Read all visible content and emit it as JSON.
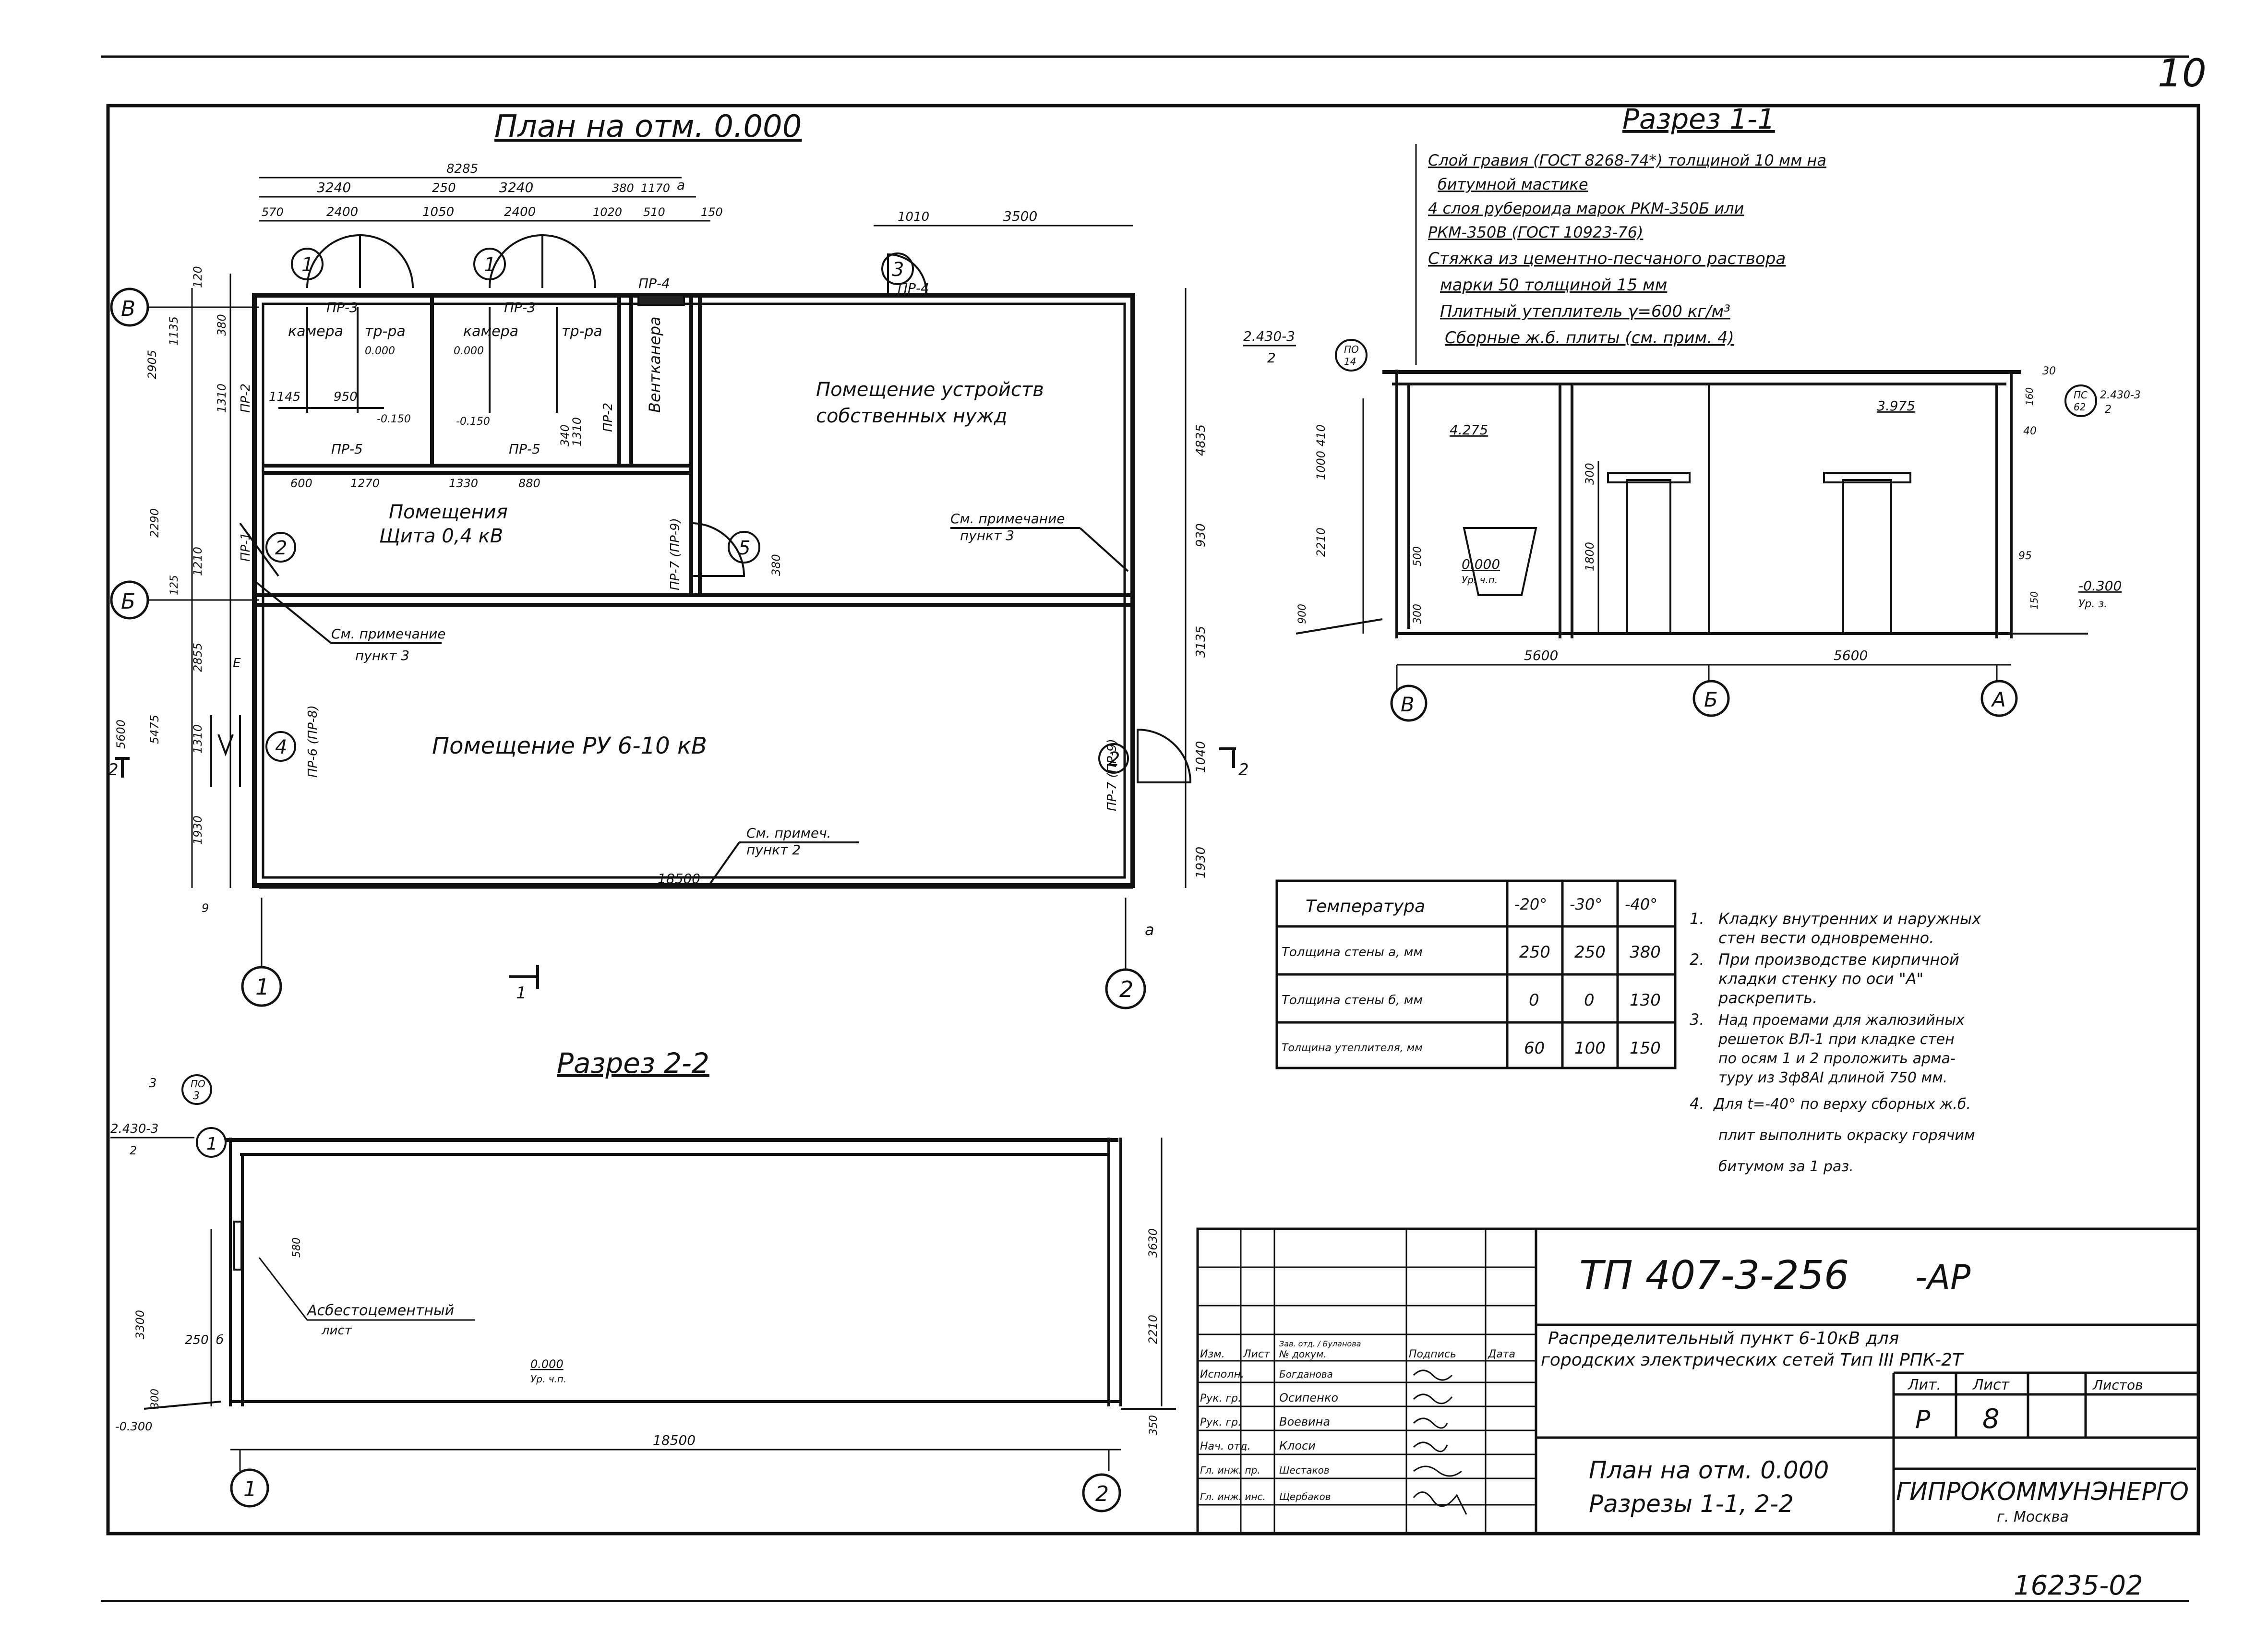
{
  "sheet": {
    "page_number": "10",
    "bottom_code": "16235-02"
  },
  "plan": {
    "title": "План на отм. 0.000",
    "rooms": {
      "chamber": "камера",
      "transformer": "тр-ра",
      "vent": "Вентканера",
      "own_needs_1": "Помещение устройств",
      "own_needs_2": "собственных нужд",
      "panel_1": "Помещения",
      "panel_2": "Щита 0,4 кВ",
      "ru": "Помещение РУ 6-10 кВ"
    },
    "door_marks": {
      "d1": "1",
      "d1b": "1",
      "d2": "2",
      "d2b": "2",
      "d3": "3",
      "d4": "4",
      "d5": "5"
    },
    "tags": {
      "pr3a": "ПР-3",
      "pr3b": "ПР-3",
      "pr4a": "ПР-4",
      "pr4b": "ПР-4",
      "pr5a": "ПР-5",
      "pr5b": "ПР-5",
      "pr2a": "ПР-2",
      "pr2b": "ПР-2",
      "pr1a": "ПР-1",
      "pr7a": "ПР-7 (ПР-9)",
      "pr7b": "ПР-7 (ПР-9)",
      "pr6": "ПР-6 (ПР-8)"
    },
    "notes": {
      "n1a": "См. примечание",
      "n1b": "пункт 3",
      "n2a": "См. примечание",
      "n2b": "пункт 3",
      "n3a": "См. примеч.",
      "n3b": "пункт 2"
    },
    "axes": {
      "v": "В",
      "b": "Б",
      "a1": "1",
      "a2": "2"
    },
    "dims_top": {
      "d8285": "8285",
      "d3240a": "3240",
      "d250": "250",
      "d3240b": "3240",
      "d380": "380",
      "d1170": "1170",
      "da": "а",
      "d570": "570",
      "d2400a": "2400",
      "d1050": "1050",
      "d2400b": "2400",
      "d1020": "1020",
      "d510": "510",
      "d150": "150",
      "d1010": "1010",
      "d3500": "3500"
    },
    "dims_mid": {
      "d1145": "1145",
      "d950": "950",
      "m0000a": "0.000",
      "m0000b": "0.000",
      "m0150a": "-0.150",
      "m0150b": "-0.150",
      "d600": "600",
      "d1270": "1270",
      "d1330": "1330",
      "d880": "880",
      "d380": "380",
      "d1310": "1310",
      "d340": "340"
    },
    "dims_left": {
      "d120": "120",
      "d1135": "1135",
      "d2905": "2905",
      "d380": "380",
      "d1310": "1310",
      "d5600": "5600",
      "d125": "125",
      "d2290": "2290",
      "d1210": "1210",
      "d2855": "2855",
      "d5475": "5475",
      "d1310b": "1310",
      "d1930": "1930",
      "d9": "9",
      "de": "Е"
    },
    "dims_right": {
      "d4835": "4835",
      "d930": "930",
      "d3135": "3135",
      "d1040": "1040",
      "d1930": "1930",
      "da": "а"
    },
    "dim_bottom": "18500",
    "section_marks": {
      "s2a": "2",
      "s2b": "2",
      "s1": "1"
    }
  },
  "section11": {
    "title": "Разрез 1-1",
    "layers": [
      "Слой гравия (ГОСТ 8268-74*) толщиной 10 мм на",
      "битумной мастике",
      "4 слоя рубероида марок РКМ-350Б или",
      "РКМ-350В (ГОСТ 10923-76)",
      "Стяжка из цементно-песчаного раствора",
      "марки 50 толщиной 15 мм",
      "Плитный утеплитель γ=600 кг/м³",
      "Сборные ж.б. плиты (см. прим. 4)"
    ],
    "refs": {
      "left_code": "2.430-3",
      "left_num": "2",
      "left_circle_top": "ПО",
      "left_circle_bot": "14",
      "right_code": "2.430-3",
      "right_num": "2",
      "right_circle_top": "ПС",
      "right_circle_bot": "62"
    },
    "marks": {
      "m4275": "4.275",
      "m3975": "3.975",
      "m0000": "0.000",
      "m0000u": "Ур. ч.п.",
      "m0300": "-0.300",
      "m0300u": "Ур. з."
    },
    "dims": {
      "d410": "410",
      "d1000": "1000",
      "d2210": "2210",
      "d300": "300",
      "d1800": "1800",
      "d500": "500",
      "d900": "900",
      "d300b": "300",
      "d30": "30",
      "d160": "160",
      "d40": "40",
      "d95": "95",
      "d150": "150",
      "d5600a": "5600",
      "d5600b": "5600"
    },
    "axes": {
      "v": "В",
      "b": "Б",
      "a": "А"
    }
  },
  "section22": {
    "title": "Разрез 2-2",
    "refs": {
      "code1": "3",
      "circle1_top": "ПО",
      "circle1_bot": "3",
      "code2": "2.430-3",
      "code2_num": "2",
      "circle2": "1"
    },
    "labels": {
      "asb1": "Асбестоцементный",
      "asb2": "лист",
      "m0000": "0.000",
      "m0000u": "Ур. ч.п.",
      "m0300": "-0.300"
    },
    "dims": {
      "d3300": "3300",
      "d250": "250",
      "d6": "б",
      "d300": "300",
      "d580": "580",
      "d3630": "3630",
      "d2210": "2210",
      "d350": "350",
      "d18500": "18500"
    },
    "axes": {
      "a1": "1",
      "a2": "2"
    }
  },
  "temp_table": {
    "headers": [
      "Температура",
      "-20°",
      "-30°",
      "-40°"
    ],
    "rows": [
      [
        "Толщина стены а, мм",
        "250",
        "250",
        "380"
      ],
      [
        "Толщина стены б, мм",
        "0",
        "0",
        "130"
      ],
      [
        "Толщина утеплителя, мм",
        "60",
        "100",
        "150"
      ]
    ]
  },
  "notes": [
    [
      "1.",
      "Кладку внутренних и наружных",
      "стен вести одновременно."
    ],
    [
      "2.",
      "При производстве кирпичной",
      "кладки стенку по оси \"А\"",
      "раскрепить."
    ],
    [
      "3.",
      "Над проемами для жалюзийных",
      "решеток ВЛ-1 при кладке стен",
      "по осям 1 и 2 проложить арма-",
      "туру из 3ф8АI длиной 750 мм."
    ],
    [
      "4.",
      "Для t=-40° по верху сборных ж.б.",
      "плит выполнить окраску горячим",
      "битумом за 1 раз."
    ]
  ],
  "title_block": {
    "code": "ТП 407-3-256",
    "suffix": "-АР",
    "desc1": "Распределительный пункт 6-10кВ для",
    "desc2": "городских электрических сетей Тип III РПК-2Т",
    "stage_h": "Лит.",
    "sheet_h": "Лист",
    "sheets_h": "Листов",
    "stage": "Р",
    "sheet": "8",
    "sheets": "",
    "drawing1": "План на отм. 0.000",
    "drawing2": "Разрезы 1-1, 2-2",
    "org": "ГИПРОКОММУНЭНЕРГО",
    "city": "г. Москва",
    "cols": [
      "Изм.",
      "Лист",
      "№ докум.",
      "Подпись",
      "Дата"
    ],
    "roles": [
      "Исполн.",
      "Рук. гр.",
      "Рук. гр.",
      "Нач. отд.",
      "Гл. инж. пр.",
      "Гл. инж. инс."
    ],
    "people": [
      "Богданова",
      "Осипенко",
      "Воевина",
      "Клоси",
      "Шестаков",
      "Щербаков"
    ],
    "top_names": "Зав. отд. / Буланова"
  }
}
